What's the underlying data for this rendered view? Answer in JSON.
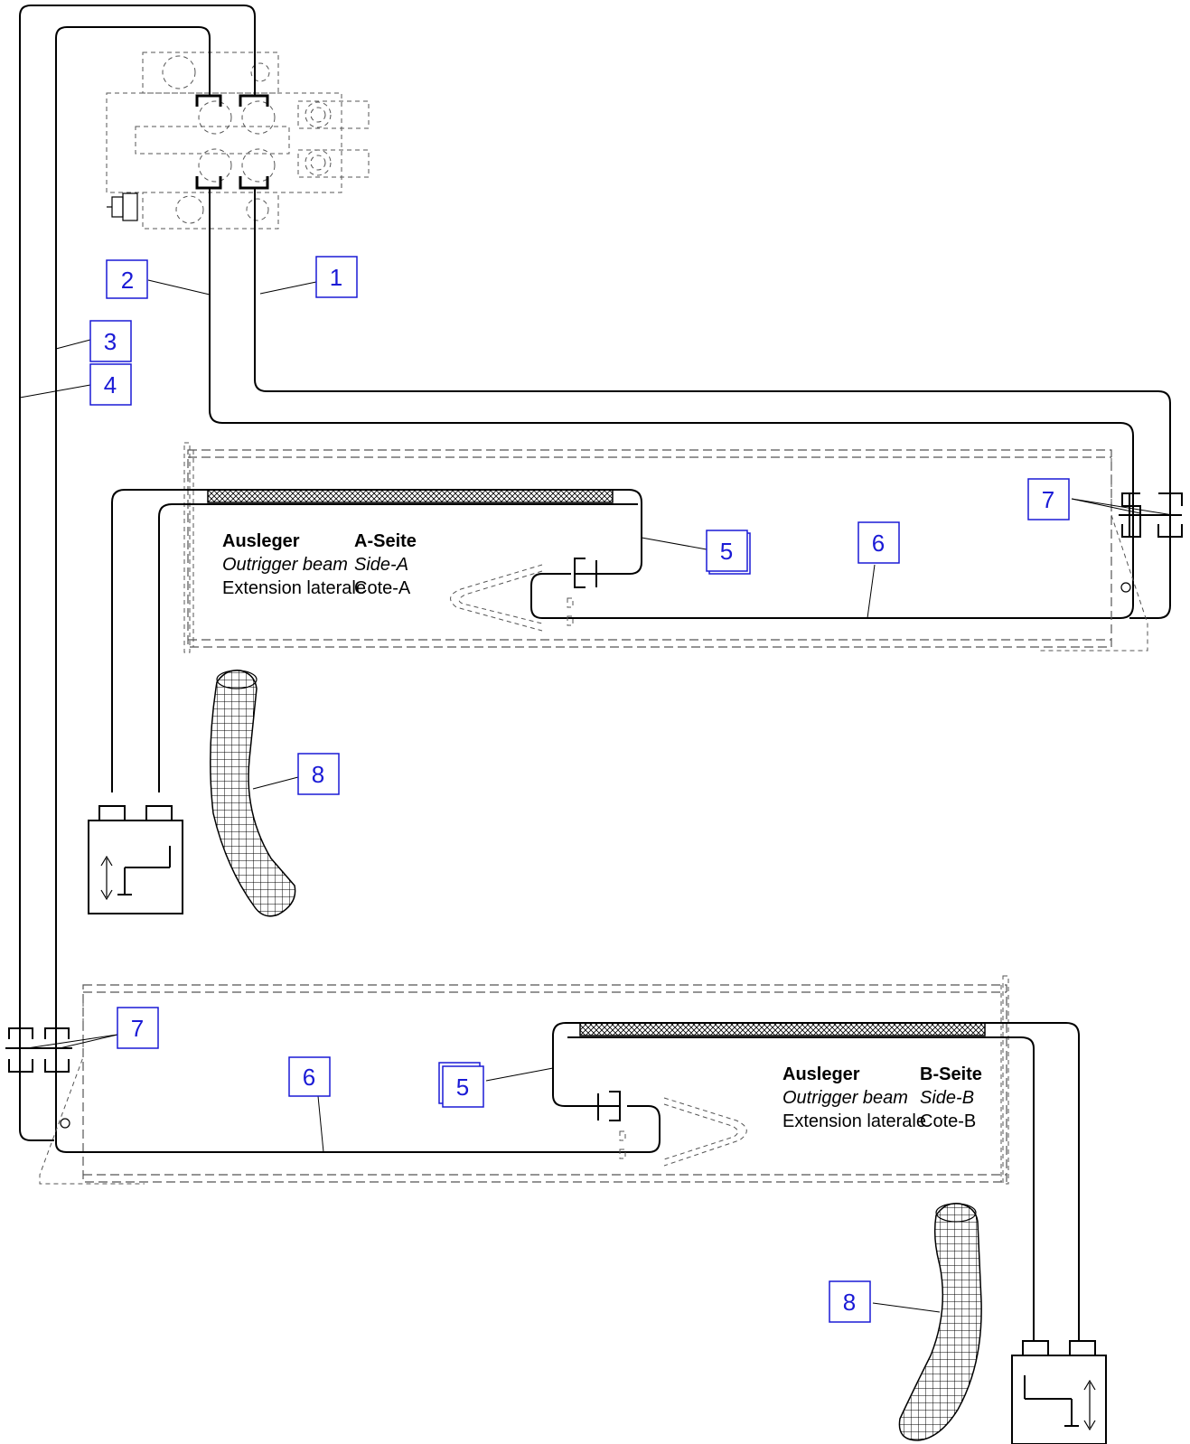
{
  "colors": {
    "callout": "#1a1ad6",
    "line": "#000000",
    "hidden_line": "#555555"
  },
  "callouts": {
    "c1": "1",
    "c2": "2",
    "c3": "3",
    "c4": "4",
    "c5a": "5",
    "c6a": "6",
    "c7a": "7",
    "c8a": "8",
    "c5b": "5",
    "c6b": "6",
    "c7b": "7",
    "c8b": "8"
  },
  "side_a": {
    "title": "Ausleger",
    "side": "A-Seite",
    "en_title": "Outrigger beam",
    "en_side": "Side-A",
    "fr_title": "Extension laterale",
    "fr_side": "Cote-A"
  },
  "side_b": {
    "title": "Ausleger",
    "side": "B-Seite",
    "en_title": "Outrigger beam",
    "en_side": "Side-B",
    "fr_title": "Extension laterale",
    "fr_side": "Cote-B"
  },
  "icons": [
    "control-valve-block-icon",
    "hydraulic-cylinder-icon",
    "protective-hose-sleeve-icon",
    "hose-coupling-icon"
  ]
}
